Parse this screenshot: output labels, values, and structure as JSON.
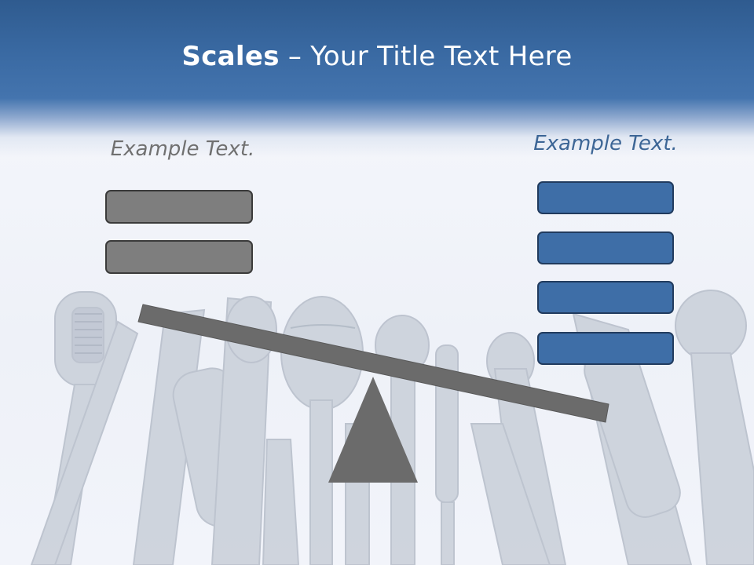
{
  "title": {
    "bold": "Scales",
    "rest": " – Your Title Text Here"
  },
  "left": {
    "label": "Example Text.",
    "boxes": 2
  },
  "right": {
    "label": "Example Text.",
    "boxes": 4
  },
  "colors": {
    "header": "#3a6aa3",
    "gray_box": "#7e7e7e",
    "blue_box": "#3e6ea7",
    "beam": "#6b6b6b",
    "fulcrum": "#6b6b6b",
    "right_label": "#3d6696",
    "left_label": "#707070"
  },
  "background_image": "microphones"
}
